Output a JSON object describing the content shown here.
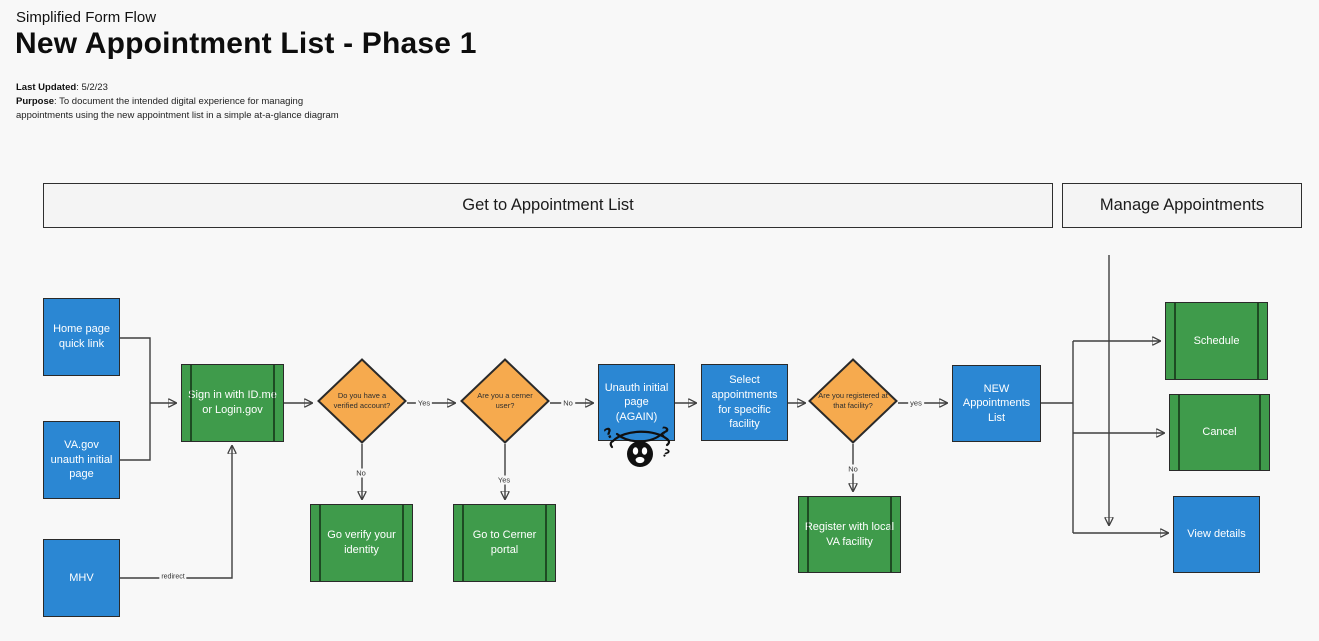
{
  "header": {
    "subtitle": "Simplified Form Flow",
    "title": "New Appointment List - Phase 1",
    "last_updated_label": "Last Updated",
    "last_updated_value": ": 5/2/23",
    "purpose_label": "Purpose",
    "purpose_value": ": To document the intended digital experience for managing appointments using the new appointment list in a simple at-a-glance diagram"
  },
  "sections": {
    "get_to_list": "Get to Appointment List",
    "manage": "Manage Appointments"
  },
  "nodes": {
    "home_page": "Home page quick link",
    "va_gov": "VA.gov unauth initial page",
    "mhv": "MHV",
    "sign_in": "Sign in with ID.me or Login.gov",
    "verified_q": "Do you have a verified account?",
    "cerner_q": "Are you a cerner user?",
    "unauth_again": "Unauth initial page (AGAIN)",
    "select_appts": "Select appointments for specific facility",
    "registered_q": "Are you registered at that facility?",
    "new_list": "NEW Appointments List",
    "go_verify": "Go verify your identity",
    "cerner_portal": "Go to Cerner portal",
    "register": "Register with local VA facility",
    "schedule": "Schedule",
    "cancel": "Cancel",
    "view_details": "View details"
  },
  "edge_labels": {
    "verified_yes": "Yes",
    "verified_no": "No",
    "cerner_no": "No",
    "cerner_yes": "Yes",
    "registered_yes": "yes",
    "registered_no": "No",
    "mhv_redirect": "redirect"
  },
  "colors": {
    "process_blue": "#2b87d3",
    "subprocess_green": "#3f9b4b",
    "decision_orange": "#f6aa4e",
    "connector": "#3f3f3f",
    "background": "#f8f8f8"
  },
  "icons": {
    "emoji": "dizzy-face-with-question-marks"
  }
}
